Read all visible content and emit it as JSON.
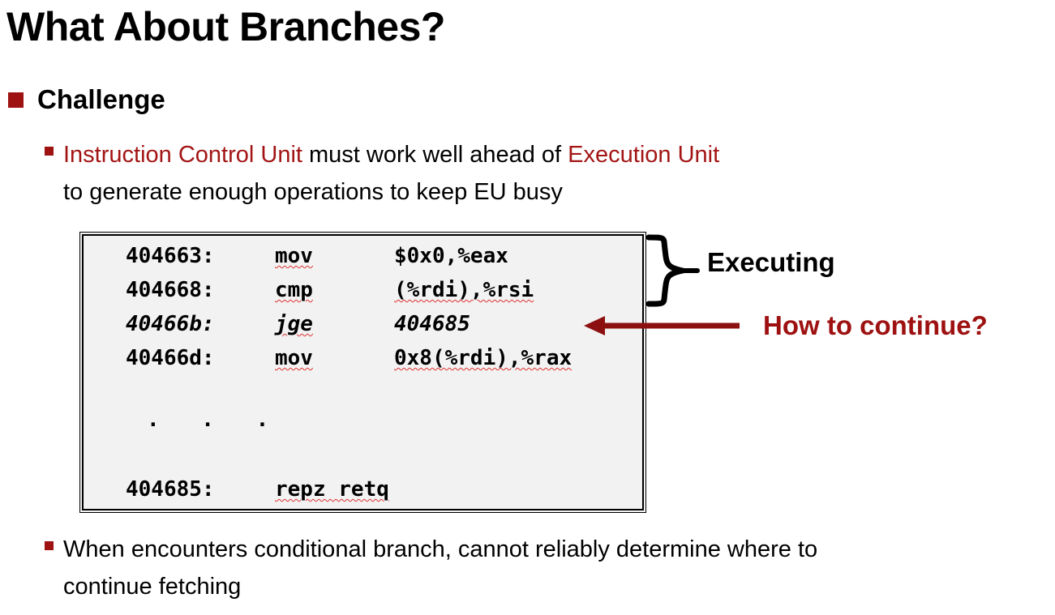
{
  "slide": {
    "title": "What About Branches?",
    "accent_color": "#9E1212",
    "red_text_color": "#A31515",
    "code_bg_color": "#F2F2F2"
  },
  "bullets": {
    "level1": {
      "label": "Challenge"
    },
    "icu": {
      "part1": "Instruction Control Unit",
      "part2": " must work well ahead of ",
      "part3": "Execution Unit",
      "line2": "to generate enough operations to keep EU busy"
    },
    "when": {
      "line1": "When encounters conditional branch, cannot reliably determine where to",
      "line2": "continue fetching"
    }
  },
  "code": {
    "lines": [
      {
        "addr": "404663:",
        "mnemonic": "mov",
        "operands": "$0x0,%eax"
      },
      {
        "addr": "404668:",
        "mnemonic": "cmp",
        "operands": "(%rdi),%rsi"
      },
      {
        "addr": "40466b:",
        "mnemonic": "jge",
        "operands": "404685"
      },
      {
        "addr": "40466d:",
        "mnemonic": "mov",
        "operands": "0x8(%rdi),%rax"
      },
      {
        "addr": ". . .",
        "mnemonic": "",
        "operands": ""
      },
      {
        "addr": "404685:",
        "mnemonic": "repz retq",
        "operands": ""
      }
    ]
  },
  "annotations": {
    "executing": "Executing",
    "how_to_continue": "How to continue?",
    "arrow_color": "#8C1010"
  }
}
